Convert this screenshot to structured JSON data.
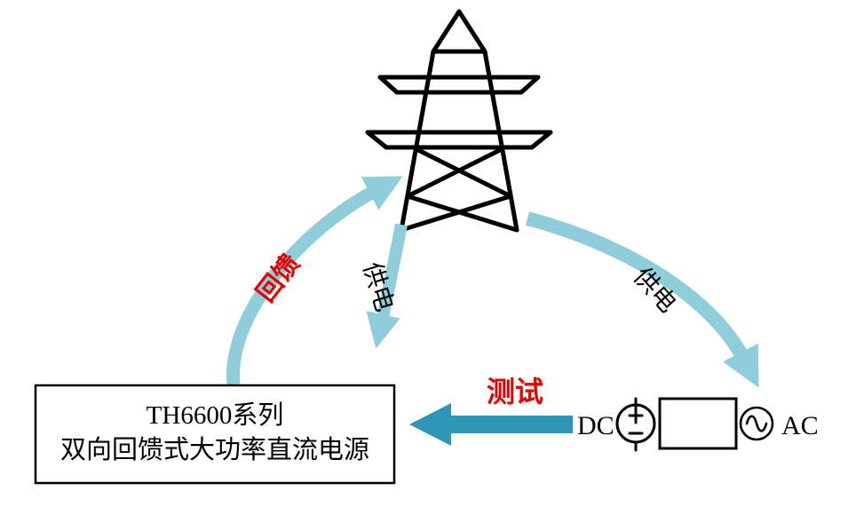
{
  "labels": {
    "feedback": "回馈",
    "supply_left": "供电",
    "supply_right": "供电",
    "test": "测试",
    "dc": "DC",
    "ac": "AC"
  },
  "device_box": {
    "line1": "TH6600系列",
    "line2": "双向回馈式大功率直流电源"
  },
  "colors": {
    "arrow_light_teal": "#8fcdda",
    "arrow_dark_teal": "#2e97b7",
    "label_red": "#e60000",
    "outline_black": "#000000"
  },
  "icons": {
    "tower": "transmission-tower-icon",
    "dc_source": "dc-source-icon",
    "dut": "device-under-test-box",
    "ac_source": "ac-source-icon"
  }
}
